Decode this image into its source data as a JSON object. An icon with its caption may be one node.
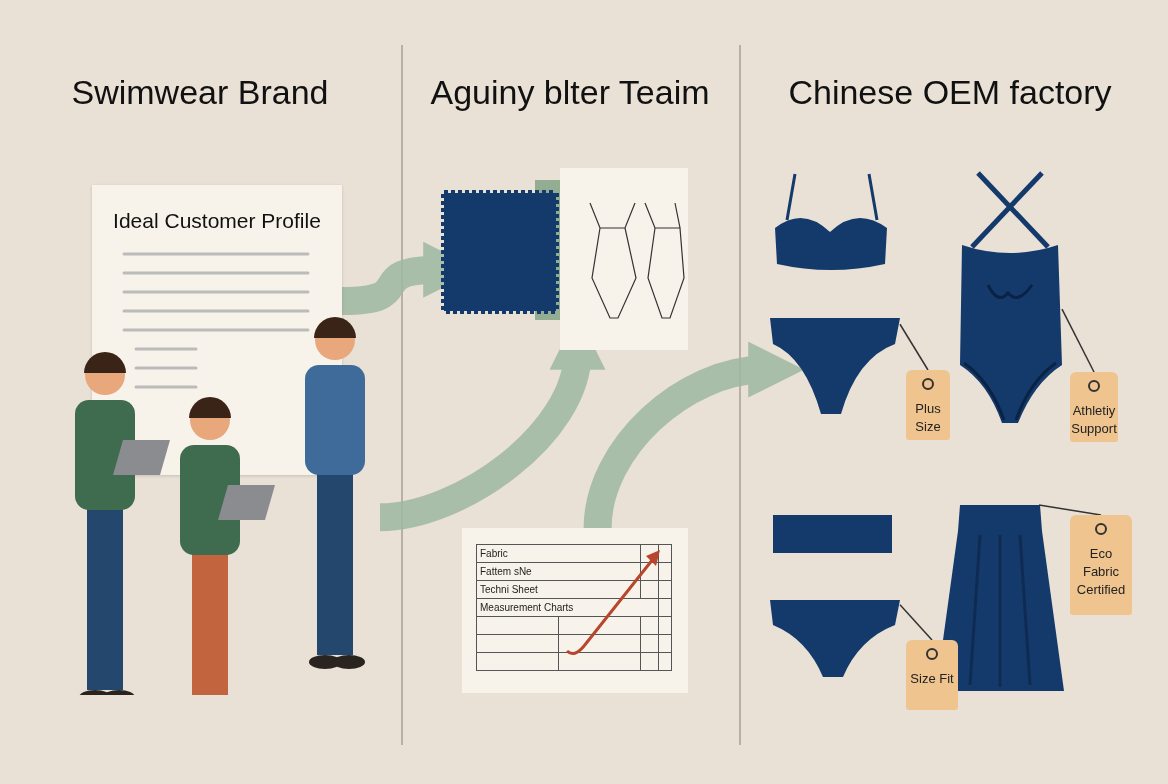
{
  "diagram": {
    "nodes": [
      {
        "text": [
          "Ideal Customer Profile"
        ]
      },
      {
        "text": [],
        "shape": "person"
      },
      {
        "text": [],
        "shape": "picture"
      },
      {
        "text": [
          "Fabric",
          "Fattem sNe",
          "Techni Sheet",
          "Measurement Charts"
        ]
      },
      {
        "text": [],
        "shape": "picture"
      },
      {
        "text": [],
        "shape": "picture"
      },
      {
        "text": [],
        "shape": "picture"
      },
      {
        "text": [],
        "shape": "picture"
      },
      {
        "text": [
          "Plus Size"
        ]
      },
      {
        "text": [
          "Athletiy Support"
        ]
      },
      {
        "text": [
          "Size Fit"
        ]
      },
      {
        "text": [
          "Eco Fabric Certified"
        ]
      }
    ],
    "edges": [
      {
        "from": 0,
        "to": 2,
        "arrow": "to",
        "style": "thick",
        "color": "#9fb8a0"
      },
      {
        "from": 1,
        "to": 2,
        "arrow": "to",
        "style": "thick",
        "color": "#9fb8a0"
      },
      {
        "from": 3,
        "to": 4,
        "arrow": "to",
        "style": "thick",
        "color": "#9fb8a0"
      },
      {
        "from": 8,
        "to": 4,
        "arrow": "none"
      },
      {
        "from": 9,
        "to": 5,
        "arrow": "none"
      },
      {
        "from": 10,
        "to": 6,
        "arrow": "none"
      },
      {
        "from": 11,
        "to": 7,
        "arrow": "none"
      }
    ],
    "labels": [
      "Swimwear Brand",
      "Aguiny blter Teaim",
      "Chinese OEM factory"
    ]
  }
}
